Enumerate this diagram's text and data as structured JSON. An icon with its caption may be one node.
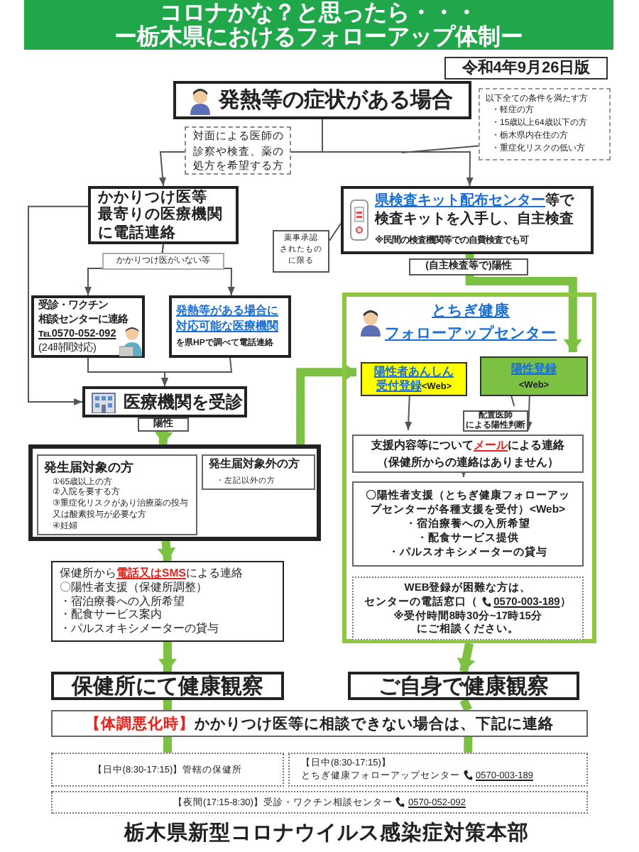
{
  "diagram": {
    "title": "コロナかな？と思ったら・・・ー栃木県におけるフォローアップ体制ー",
    "nodes": [
      {
        "text": [
          "発熱等の症状がある場合"
        ]
      },
      {
        "text": [
          "以下全ての条件を満たす方",
          "・軽症の方",
          "・15歳以上64歳以下の方",
          "・栃木県内在住の方",
          "・重症化リスクの低い方"
        ]
      },
      {
        "text": [
          "かかりつけ医等最寄りの医療機関に電話連絡"
        ]
      },
      {
        "text": [
          "県検査キット配布センター",
          "等で検査キットを入手し、自主検査",
          "※民間の検査機関等での自費検査でも可"
        ]
      },
      {
        "text": [
          "薬事承認されたものに限る"
        ]
      },
      {
        "text": [
          "受診・ワクチン相談センターに連絡",
          "℡0570-052-092",
          "(24時間対応)"
        ]
      },
      {
        "text": [
          "発熱等がある場合に対応可能な医療機関",
          "を県HPで調べて電話連絡"
        ]
      },
      {
        "text": [
          "医療機関を受診"
        ]
      },
      {
        "text": [],
        "shape": "box"
      },
      {
        "text": [
          "発生届対象の方",
          "①65歳以上の方",
          "②入院を要する方",
          "③重症化リスクがあり治療薬の投与又は酸素投与が必要な方",
          "④妊婦"
        ],
        "in": 8
      },
      {
        "text": [
          "発生届対象外の方",
          "・左記以外の方"
        ],
        "in": 8
      },
      {
        "text": [
          "保健所から",
          "電話又はSMS",
          "による連絡",
          "〇陽性者支援（保健所調整）",
          "・宿泊療養への入所希望",
          "・配食サービス案内",
          "・パルスオキシメーターの貸与"
        ]
      },
      {
        "text": [
          "保健所にて健康観察"
        ]
      },
      {
        "text": [
          "とちぎ健康フォローアップセンター"
        ]
      },
      {
        "text": [
          "陽性者あんしん受付登録",
          "<Web>"
        ],
        "in": 13
      },
      {
        "text": [
          "陽性登録",
          "<Web>"
        ],
        "in": 13
      },
      {
        "text": [
          "配置医師による陽性判断"
        ],
        "in": 13
      },
      {
        "text": [
          "支援内容等について",
          "メール",
          "による連絡",
          "（保健所からの連絡はありません）"
        ],
        "in": 13
      },
      {
        "text": [
          "〇陽性者支援（とちぎ健康フォローアップセンターが各種支援を受付）<Web>",
          "・宿泊療養への入所希望",
          "・配食サービス提供",
          "・パルスオキシメーターの貸与"
        ],
        "in": 13
      },
      {
        "text": [
          "WEB登録が困難な方は、",
          "センターの電話窓口（",
          "0570-003-189",
          "）",
          "※受付時間8時30分~17時15分",
          "にご相談ください。"
        ],
        "in": 13
      },
      {
        "text": [
          "ご自身で健康観察"
        ]
      },
      {
        "text": [
          "【体調悪化時】",
          "かかりつけ医等に相談できない場合は、下記に連絡"
        ]
      },
      {
        "text": [
          "【日中(8:30-17:15)】管轄の保健所"
        ]
      },
      {
        "text": [
          "【日中(8:30-17:15)】",
          "とちぎ健康フォローアップセンター",
          "0570-003-189"
        ]
      },
      {
        "text": [
          "【夜間(17:15-8:30)】受診・ワクチン相談センター",
          "0570-052-092"
        ]
      }
    ],
    "edges": [
      {
        "from": 0,
        "to": 2,
        "arrow": "to",
        "label": "対面による医師の診察や検査、薬の処方を希望する方",
        "color": "#555555"
      },
      {
        "from": 0,
        "to": 3,
        "arrow": "to",
        "color": "#555555"
      },
      {
        "from": 1,
        "to": null,
        "arrow": "none",
        "color": "#555555"
      },
      {
        "from": 2,
        "to": 5,
        "arrow": "to",
        "label": "かかりつけ医がいない等",
        "color": "#555555"
      },
      {
        "from": 2,
        "to": 6,
        "arrow": "to",
        "color": "#555555"
      },
      {
        "from": 2,
        "to": 7,
        "arrow": "to",
        "color": "#555555"
      },
      {
        "from": 5,
        "to": 7,
        "arrow": "to",
        "color": "#555555"
      },
      {
        "from": 6,
        "to": 7,
        "arrow": "to",
        "color": "#555555"
      },
      {
        "from": 4,
        "to": 3,
        "arrow": "none",
        "color": "#555555"
      },
      {
        "from": 7,
        "to": 8,
        "arrow": "to",
        "label": "陽性",
        "style": "thick",
        "color": "#7cc142"
      },
      {
        "from": 8,
        "to": 14,
        "arrow": "to",
        "style": "thick",
        "color": "#7cc142"
      },
      {
        "from": 3,
        "to": 15,
        "arrow": "to",
        "label": "(自主検査等で)陽性",
        "style": "thick",
        "color": "#7cc142"
      },
      {
        "from": 14,
        "to": 17,
        "arrow": "to",
        "color": "#555555"
      },
      {
        "from": 15,
        "to": 17,
        "arrow": "to",
        "color": "#555555"
      },
      {
        "from": 16,
        "to": 15,
        "arrow": "none",
        "color": "#555555"
      },
      {
        "from": 17,
        "to": 18,
        "arrow": "to",
        "color": "#555555"
      },
      {
        "from": 8,
        "to": 11,
        "arrow": "to",
        "style": "thick",
        "color": "#7cc142"
      },
      {
        "from": 11,
        "to": 12,
        "arrow": "to",
        "style": "thick",
        "color": "#7cc142"
      },
      {
        "from": 13,
        "to": 20,
        "arrow": "to",
        "style": "thick",
        "color": "#7cc142"
      },
      {
        "from": 12,
        "to": 21,
        "arrow": "none",
        "style": "thick",
        "color": "#7cc142"
      },
      {
        "from": 21,
        "to": 22,
        "arrow": "none",
        "style": "thick",
        "color": "#7cc142"
      },
      {
        "from": 20,
        "to": 21,
        "arrow": "none",
        "style": "thick",
        "color": "#7cc142"
      },
      {
        "from": 21,
        "to": 23,
        "arrow": "none",
        "style": "thick",
        "color": "#7cc142"
      }
    ],
    "labels": [
      "令和4年9月26日版",
      "栃木県新型コロナウイルス感染症対策本部"
    ]
  }
}
